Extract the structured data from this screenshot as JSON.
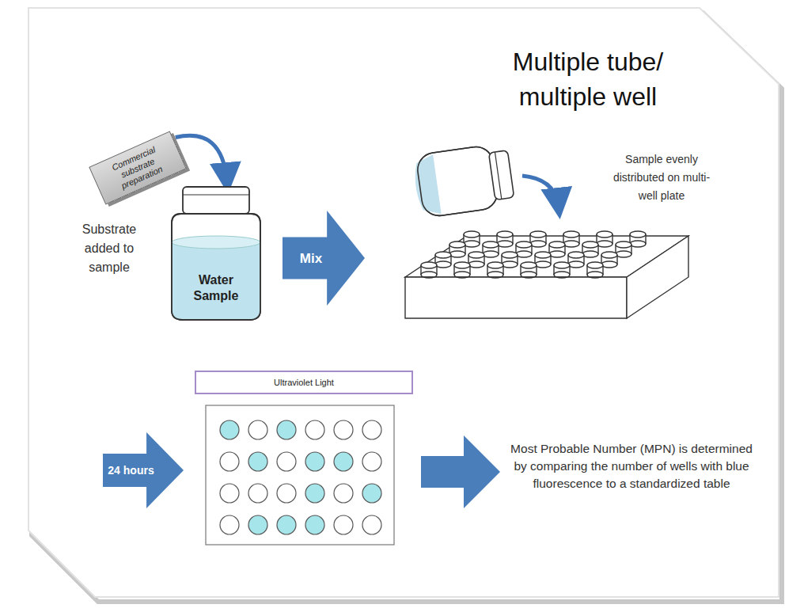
{
  "diagram": {
    "title": "Multiple tube/ multiple well",
    "nodes": [
      {
        "text": [
          "Commercial substrate preparation"
        ]
      },
      {
        "text": [
          "Water Sample"
        ]
      },
      {
        "text": [
          "Mix"
        ]
      },
      {
        "text": [
          "Ultraviolet Light"
        ]
      },
      {
        "text": [
          "24 hours"
        ]
      }
    ],
    "edges": [
      {
        "from": 0,
        "to": 1,
        "arrow": "to"
      }
    ],
    "labels": [
      "Substrate added to sample",
      "Sample evenly distributed on multi-well plate",
      "Most Probable Number (MPN) is determined by comparing the number of wells with blue fluorescence to a standardized table"
    ]
  }
}
